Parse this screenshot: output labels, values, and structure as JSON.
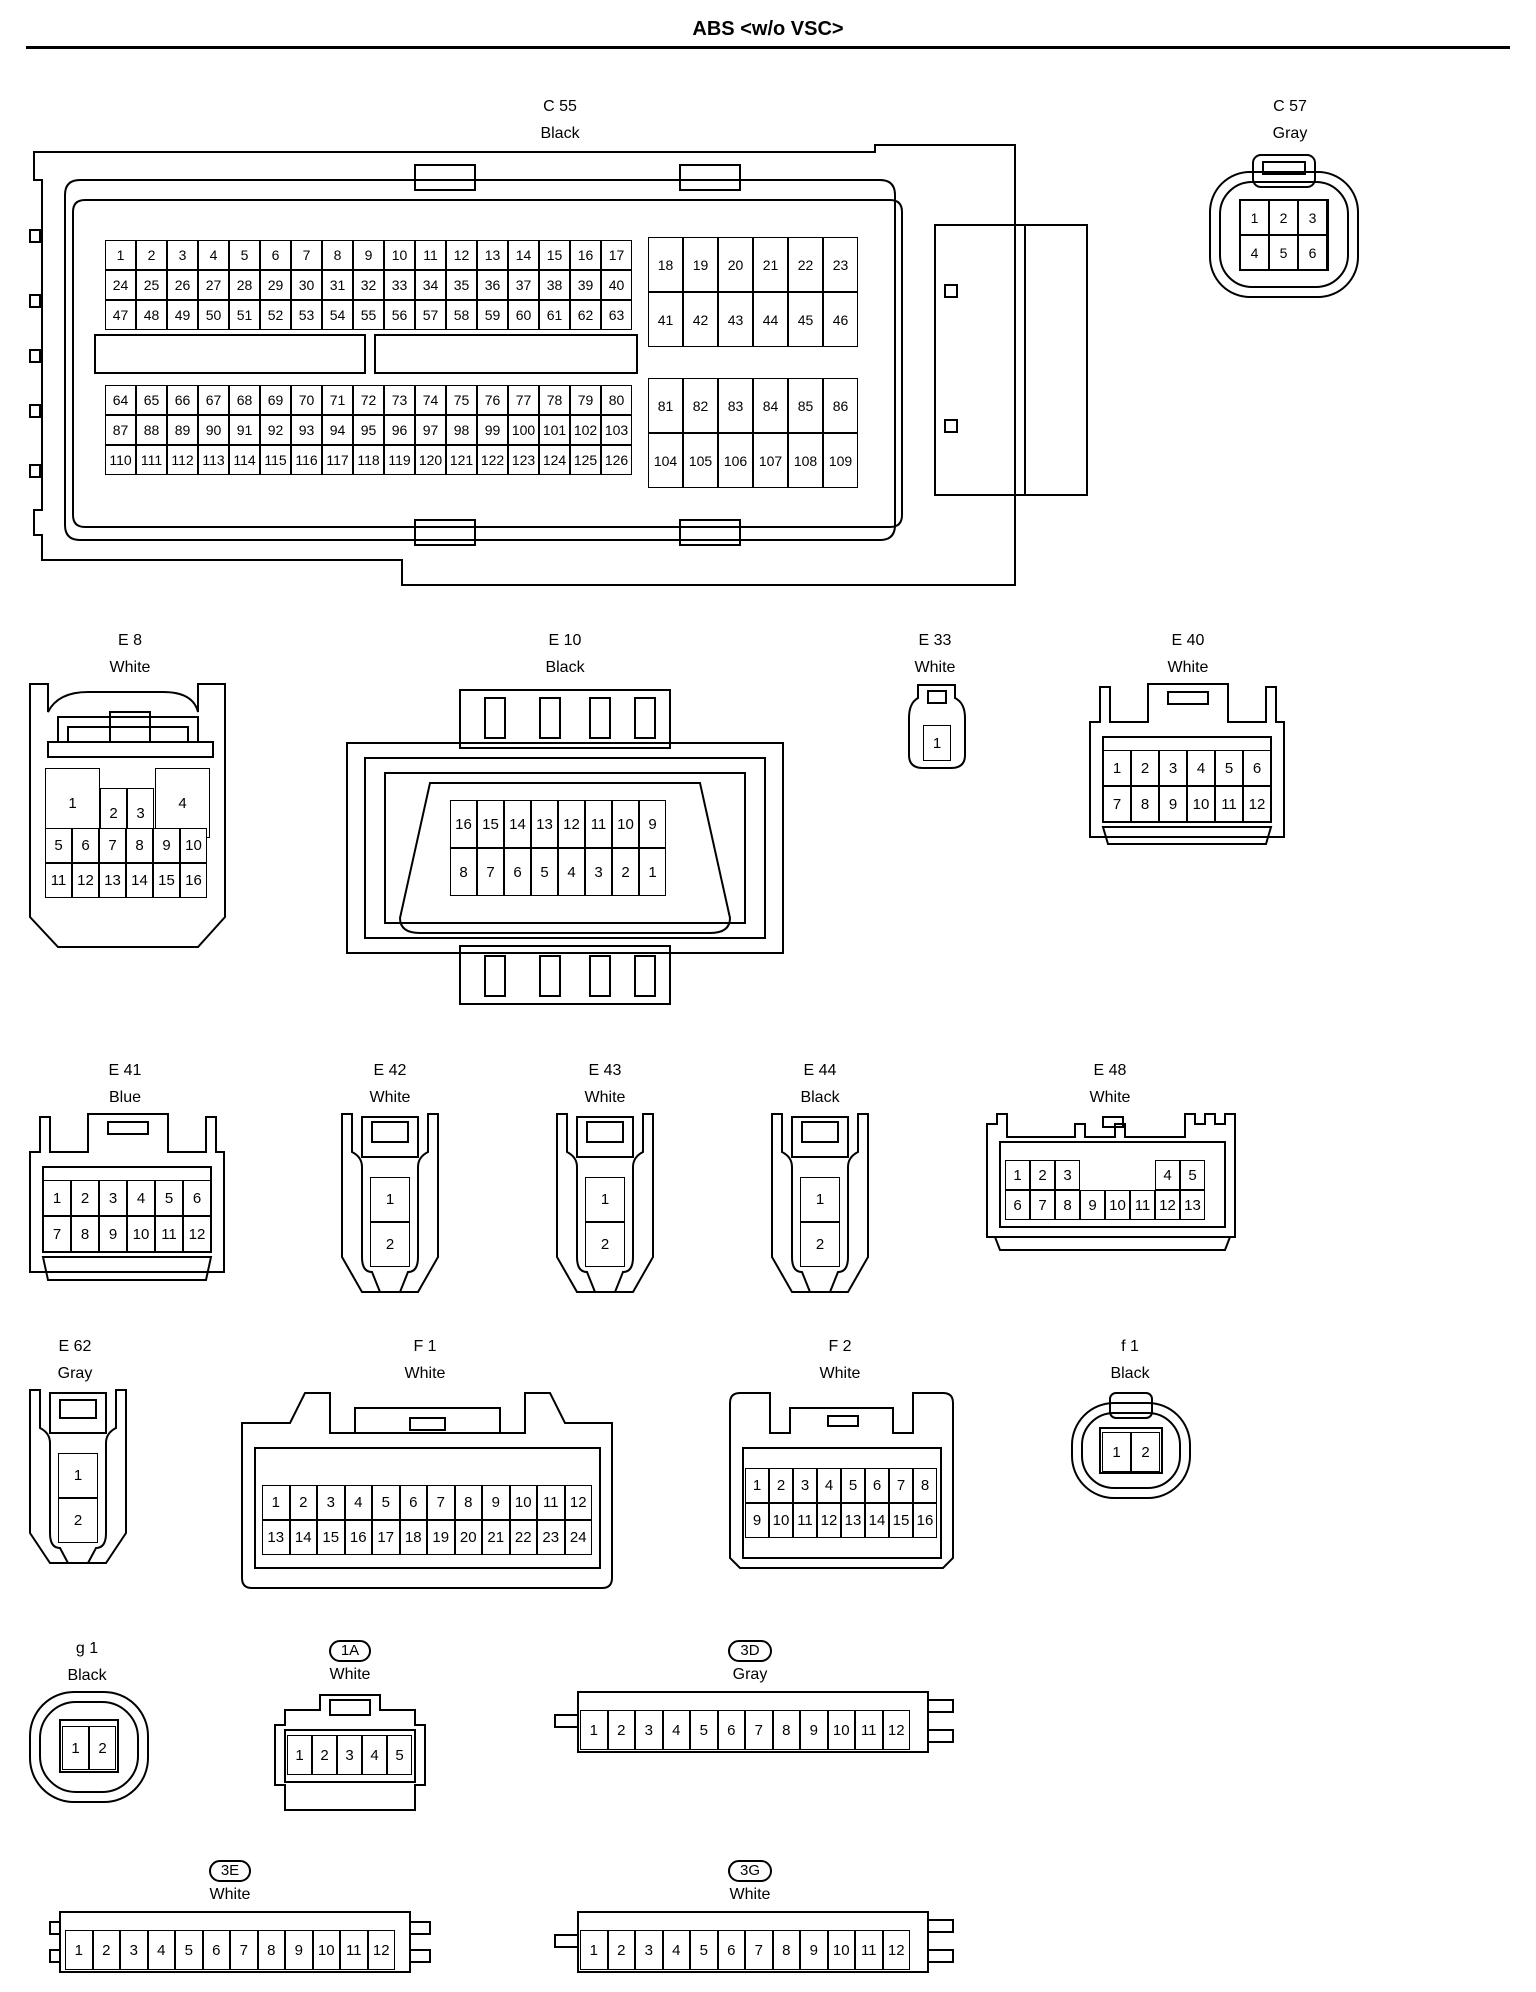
{
  "title": "ABS <w/o VSC>",
  "connectors": {
    "c55": {
      "code": "C 55",
      "color": "Black"
    },
    "c57": {
      "code": "C 57",
      "color": "Gray"
    },
    "e8": {
      "code": "E 8",
      "color": "White"
    },
    "e10": {
      "code": "E 10",
      "color": "Black"
    },
    "e33": {
      "code": "E 33",
      "color": "White"
    },
    "e40": {
      "code": "E 40",
      "color": "White"
    },
    "e41": {
      "code": "E 41",
      "color": "Blue"
    },
    "e42": {
      "code": "E 42",
      "color": "White"
    },
    "e43": {
      "code": "E 43",
      "color": "White"
    },
    "e44": {
      "code": "E 44",
      "color": "Black"
    },
    "e48": {
      "code": "E 48",
      "color": "White"
    },
    "e62": {
      "code": "E 62",
      "color": "Gray"
    },
    "f1": {
      "code": "F 1",
      "color": "White"
    },
    "f2": {
      "code": "F 2",
      "color": "White"
    },
    "f1s": {
      "code": "f 1",
      "color": "Black"
    },
    "g1": {
      "code": "g 1",
      "color": "Black"
    },
    "j1a": {
      "code": "1A",
      "color": "White"
    },
    "j3d": {
      "code": "3D",
      "color": "Gray"
    },
    "j3e": {
      "code": "3E",
      "color": "White"
    },
    "j3g": {
      "code": "3G",
      "color": "White"
    }
  }
}
